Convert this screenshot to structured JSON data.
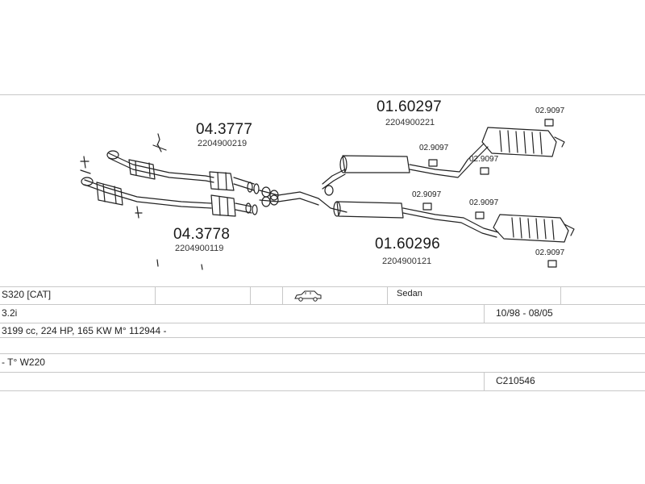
{
  "diagram": {
    "parts": [
      {
        "number": "04.3777",
        "oem": "2204900219"
      },
      {
        "number": "04.3778",
        "oem": "2204900119"
      },
      {
        "number": "01.60297",
        "oem": "2204900221"
      },
      {
        "number": "01.60296",
        "oem": "2204900121"
      }
    ],
    "clamp_labels": [
      "02.9097",
      "02.9097",
      "02.9097",
      "02.9097",
      "02.9097",
      "02.9097"
    ]
  },
  "table": {
    "model": "S320  [CAT]",
    "body_type": "Sedan",
    "body_icon": "car-sedan-icon",
    "engine": "3.2i",
    "years": "10/98 - 08/05",
    "specs": "3199 cc, 224 HP, 165 KW M° 112944 -",
    "chassis": "- T° W220",
    "code": "C210546"
  }
}
